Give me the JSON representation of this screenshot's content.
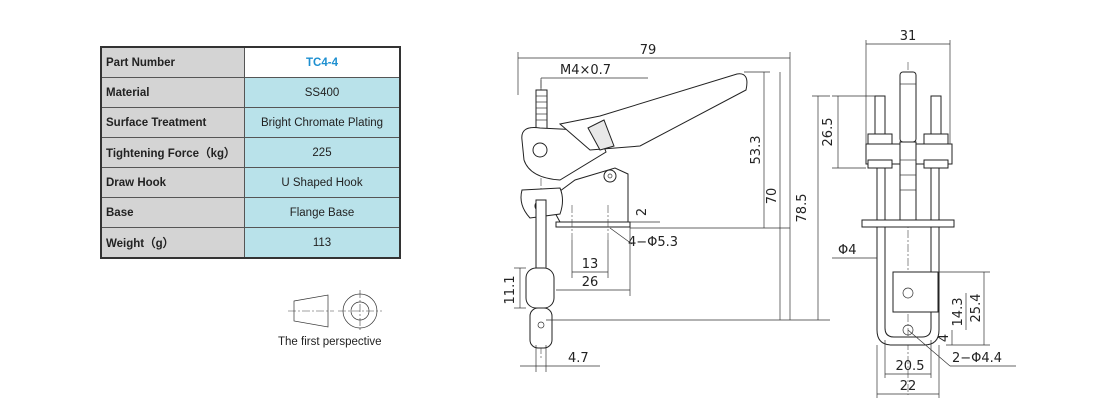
{
  "spec_table": {
    "rows": [
      {
        "label": "Part Number",
        "value": "TC4-4"
      },
      {
        "label": "Material",
        "value": "SS400"
      },
      {
        "label": "Surface Treatment",
        "value": "Bright Chromate Plating"
      },
      {
        "label": "Tightening Force（kg）",
        "value": "225"
      },
      {
        "label": "Draw Hook",
        "value": "U Shaped Hook"
      },
      {
        "label": "Base",
        "value": "Flange Base"
      },
      {
        "label": "Weight（g）",
        "value": "113"
      }
    ]
  },
  "projection": {
    "label": "The first perspective"
  },
  "side_view": {
    "dims": {
      "overall_length": "79",
      "thread": "M4×0.7",
      "height_53": "53.3",
      "height_70": "70",
      "height_78": "78.5",
      "base_thickness": "2",
      "holes": "4−Φ5.3",
      "hole_spacing": "13",
      "base_length": "26",
      "hook_width": "11.1",
      "offset": "4.7"
    }
  },
  "front_view": {
    "dims": {
      "width": "31",
      "stud_height": "26.5",
      "stud_dia": "Φ4",
      "hook_height": "25.4",
      "hole_height": "14.3",
      "edge": "4",
      "holes": "2−Φ4.4",
      "inner_width": "20.5",
      "outer_width": "22"
    }
  }
}
